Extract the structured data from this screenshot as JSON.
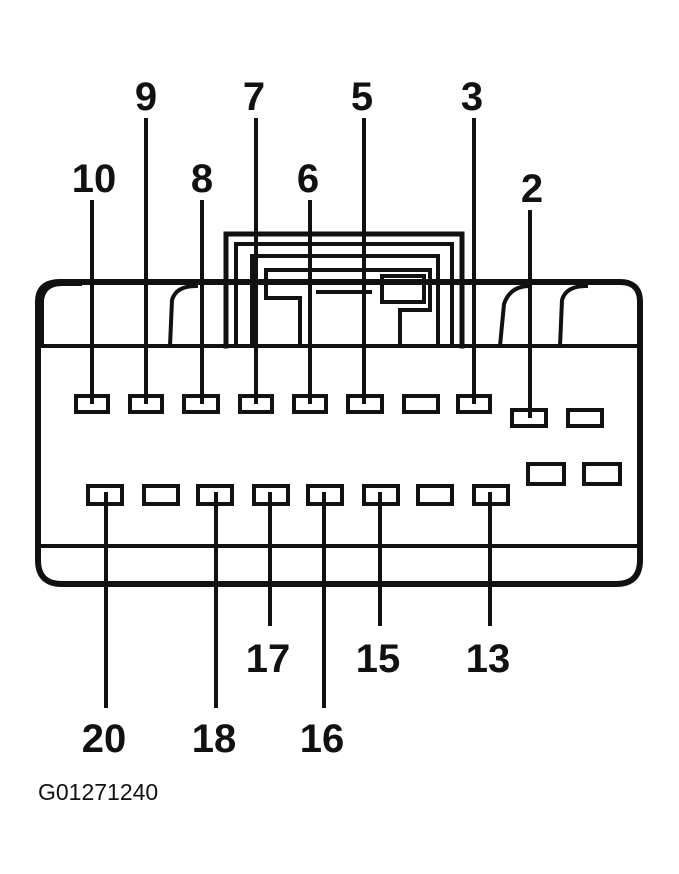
{
  "connector": {
    "top_row_labels": [
      "9",
      "7",
      "5",
      "3"
    ],
    "second_row_labels": [
      "10",
      "8",
      "6",
      "2"
    ],
    "bottom_near_labels": [
      "17",
      "15",
      "13"
    ],
    "bottom_far_labels": [
      "20",
      "18",
      "16"
    ]
  },
  "figure_id": "G01271240"
}
